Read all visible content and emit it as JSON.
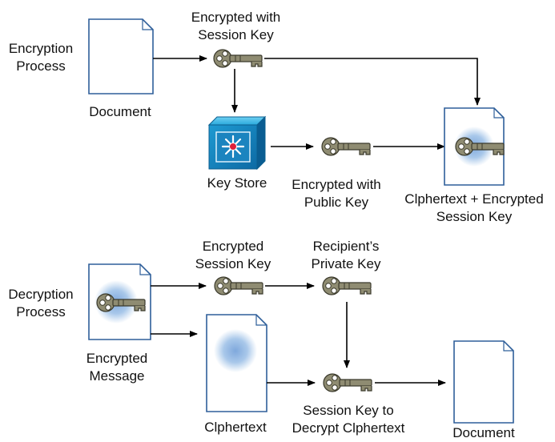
{
  "encryption": {
    "title_line1": "Encryption",
    "title_line2": "Process",
    "document_label": "Document",
    "session_key_line1": "Encrypted with",
    "session_key_line2": "Session Key",
    "key_store_label": "Key Store",
    "public_key_line1": "Encrypted with",
    "public_key_line2": "Public Key",
    "result_line1": "Clphertext + Encrypted",
    "result_line2": "Session Key"
  },
  "decryption": {
    "title_line1": "Decryption",
    "title_line2": "Process",
    "message_line1": "Encrypted",
    "message_line2": "Message",
    "enc_session_key_line1": "Encrypted",
    "enc_session_key_line2": "Session Key",
    "private_key_line1": "Recipient’s",
    "private_key_line2": "Private Key",
    "ciphertext_label": "Clphertext",
    "decrypt_key_line1": "Session Key to",
    "decrypt_key_line2": "Decrypt Clphertext",
    "document_label": "Document"
  },
  "colors": {
    "key_body": "#8f8c72",
    "key_stroke": "#3b3a2c",
    "document_stroke": "#2f5f9a",
    "document_fill": "#ffffff",
    "disc": "#a9c8ea",
    "key_store": "#1a8fc4"
  }
}
